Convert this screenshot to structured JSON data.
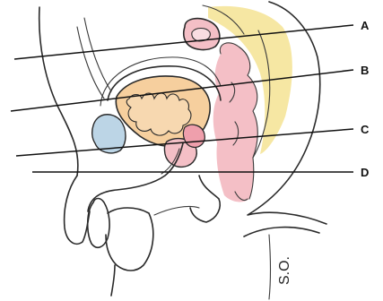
{
  "labels": {
    "a": "A",
    "b": "B",
    "c": "C",
    "d": "D"
  },
  "initials": "S.O.",
  "colors": {
    "yellow": "#f6e7a3",
    "pink": "#f4bfc6",
    "pink_dark": "#ef9fac",
    "orange": "#f6cf9e",
    "blue": "#bcd5e6",
    "ink": "#2a2a2a"
  }
}
